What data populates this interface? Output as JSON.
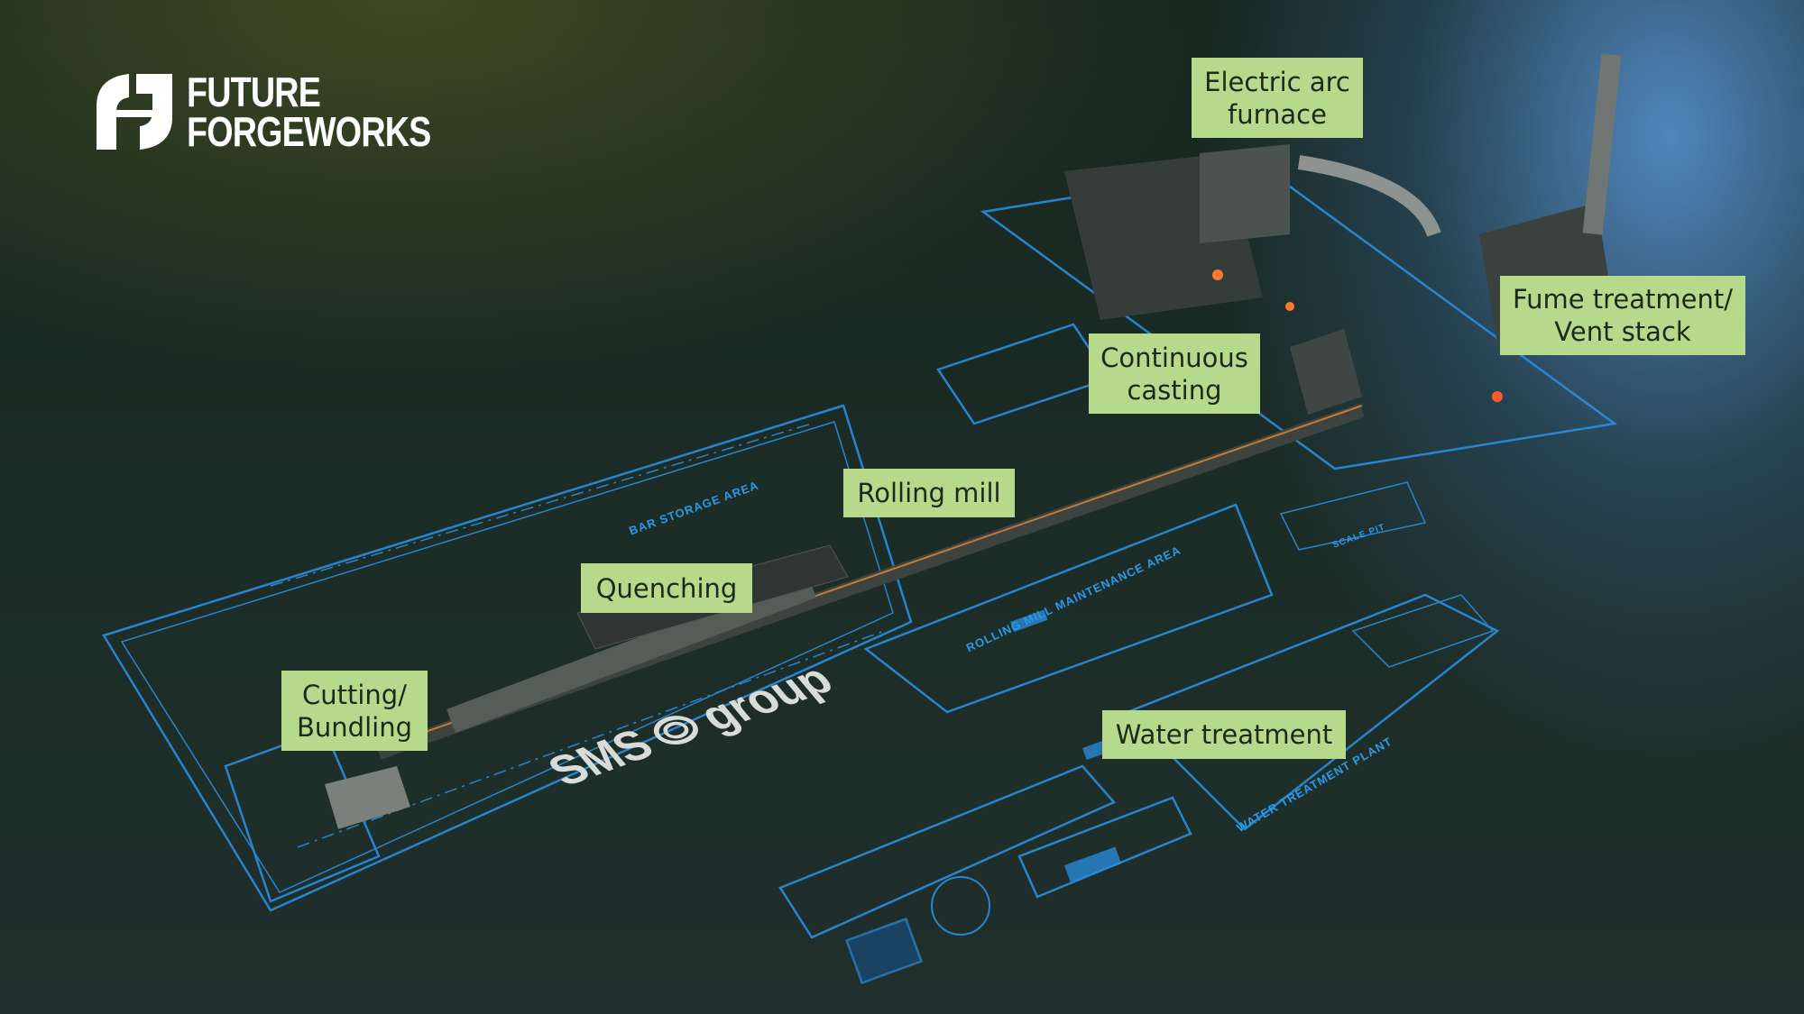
{
  "brand": {
    "line1": "FUTURE",
    "line2": "FORGEWORKS"
  },
  "partner_logo": {
    "text_left": "SMS",
    "text_right": "group"
  },
  "labels": {
    "electric_arc_furnace": "Electric arc furnace",
    "fume_treatment": "Fume treatment/ Vent stack",
    "continuous_casting": "Continuous casting",
    "rolling_mill": "Rolling mill",
    "quenching": "Quenching",
    "cutting_bundling": "Cutting/ Bundling",
    "water_treatment": "Water treatment"
  },
  "blueprint_text": {
    "bar_storage": "BAR STORAGE AREA",
    "maintenance": "ROLLING MILL MAINTENANCE AREA",
    "water_plant": "WATER TREATMENT PLANT",
    "scale_pit": "SCALE PIT"
  },
  "colors": {
    "label_bg": "#b6d98c",
    "blueprint": "#2a9ae8",
    "background": "#1c2c26"
  }
}
